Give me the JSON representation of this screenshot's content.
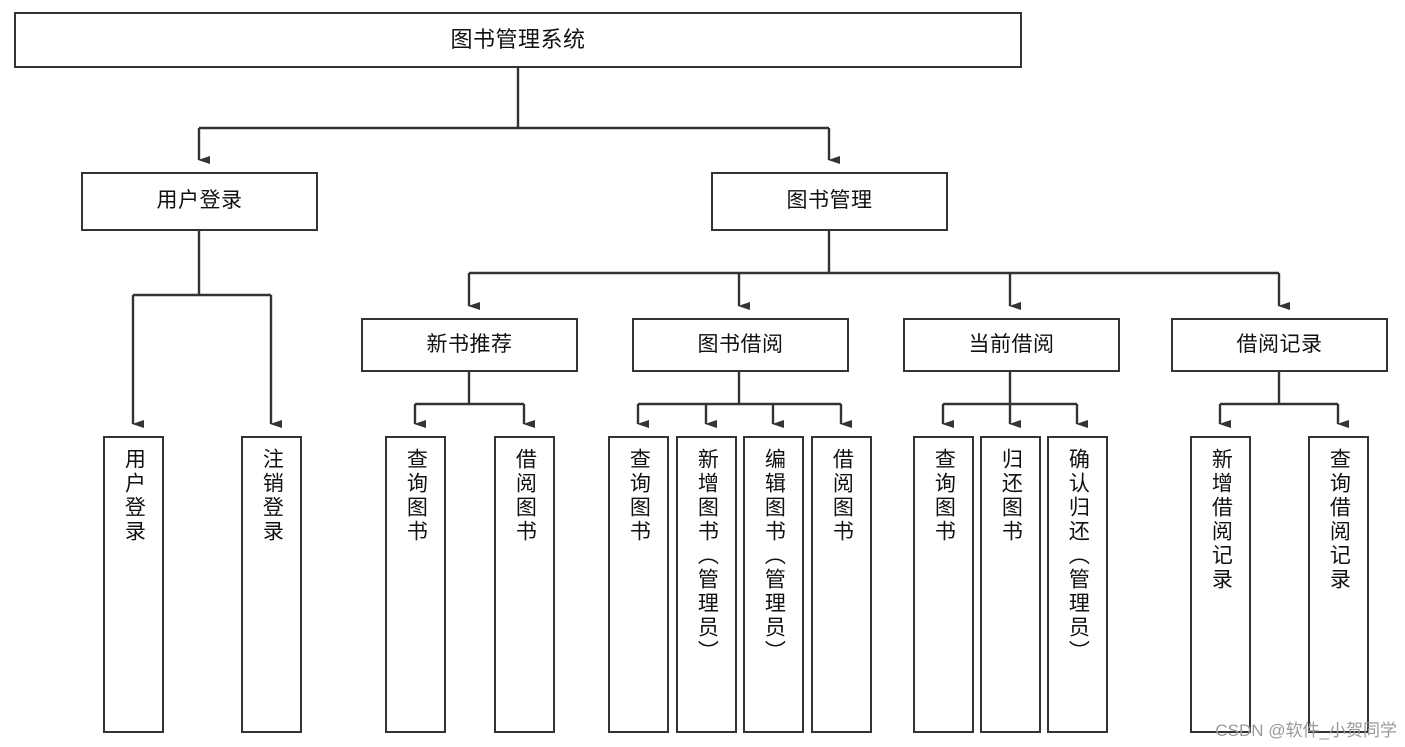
{
  "diagram": {
    "title": "图书管理系统",
    "type": "tree-hierarchy-chart",
    "root": {
      "id": "root",
      "label": "图书管理系统"
    },
    "level1": [
      {
        "id": "user-login",
        "label": "用户登录"
      },
      {
        "id": "book-mgmt",
        "label": "图书管理"
      }
    ],
    "level2": [
      {
        "id": "new-book-rec",
        "label": "新书推荐",
        "parent": "book-mgmt"
      },
      {
        "id": "book-borrow",
        "label": "图书借阅",
        "parent": "book-mgmt"
      },
      {
        "id": "current-borrow",
        "label": "当前借阅",
        "parent": "book-mgmt"
      },
      {
        "id": "borrow-record",
        "label": "借阅记录",
        "parent": "book-mgmt"
      }
    ],
    "leaves": [
      {
        "id": "leaf-user-login",
        "label": "用户登录",
        "parent": "user-login"
      },
      {
        "id": "leaf-user-logout",
        "label": "注销登录",
        "parent": "user-login"
      },
      {
        "id": "leaf-query-book-1",
        "label": "查询图书",
        "parent": "new-book-rec"
      },
      {
        "id": "leaf-borrow-book-1",
        "label": "借阅图书",
        "parent": "new-book-rec"
      },
      {
        "id": "leaf-query-book-2",
        "label": "查询图书",
        "parent": "book-borrow"
      },
      {
        "id": "leaf-add-book",
        "label": "新增图书（管理员）",
        "parent": "book-borrow"
      },
      {
        "id": "leaf-edit-book",
        "label": "编辑图书（管理员）",
        "parent": "book-borrow"
      },
      {
        "id": "leaf-borrow-book-2",
        "label": "借阅图书",
        "parent": "book-borrow"
      },
      {
        "id": "leaf-query-book-3",
        "label": "查询图书",
        "parent": "current-borrow"
      },
      {
        "id": "leaf-return-book",
        "label": "归还图书",
        "parent": "current-borrow"
      },
      {
        "id": "leaf-confirm-return",
        "label": "确认归还（管理员）",
        "parent": "current-borrow"
      },
      {
        "id": "leaf-add-record",
        "label": "新增借阅记录",
        "parent": "borrow-record"
      },
      {
        "id": "leaf-query-record",
        "label": "查询借阅记录",
        "parent": "borrow-record"
      }
    ]
  },
  "watermark": {
    "text": "CSDN @软件_小贺同学"
  },
  "colors": {
    "stroke": "#333333",
    "background": "#ffffff",
    "text": "#111111",
    "watermark": "#9a9a9a"
  }
}
